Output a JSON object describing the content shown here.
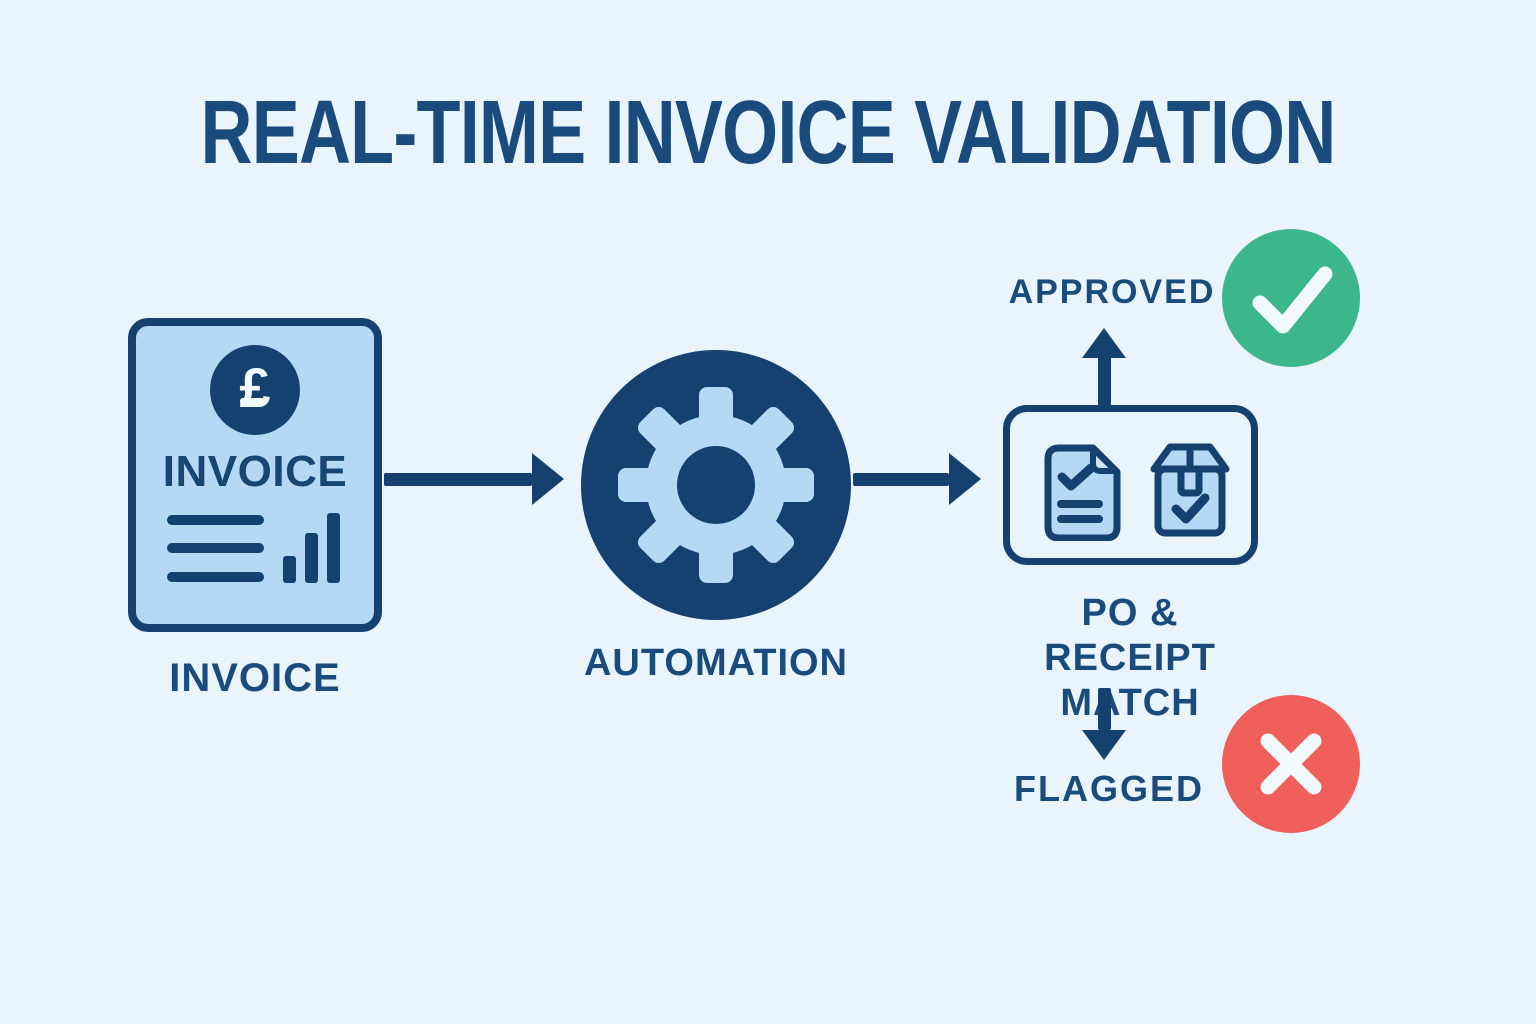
{
  "title": "REAL-TIME INVOICE VALIDATION",
  "flow": {
    "invoice": {
      "label": "INVOICE",
      "card_text": "INVOICE",
      "currency_symbol": "£"
    },
    "automation": {
      "label": "AUTOMATION"
    },
    "match": {
      "label_line1": "PO & RECEIPT",
      "label_line2": "MATCH"
    },
    "approved": {
      "label": "APPROVED"
    },
    "flagged": {
      "label": "FLAGGED"
    }
  },
  "icons": [
    "pound-coin-icon",
    "invoice-text-lines-icon",
    "bar-chart-icon",
    "gear-icon",
    "document-check-icon",
    "package-check-icon",
    "check-circle-icon",
    "cross-circle-icon",
    "arrow-icons"
  ],
  "colors": {
    "background": "#e9f4fc",
    "navy": "#154170",
    "text_navy": "#1a4b7d",
    "light_blue": "#b5d9f4",
    "green": "#3cb68b",
    "red": "#f15f5a",
    "off_white": "#f2fafd"
  }
}
